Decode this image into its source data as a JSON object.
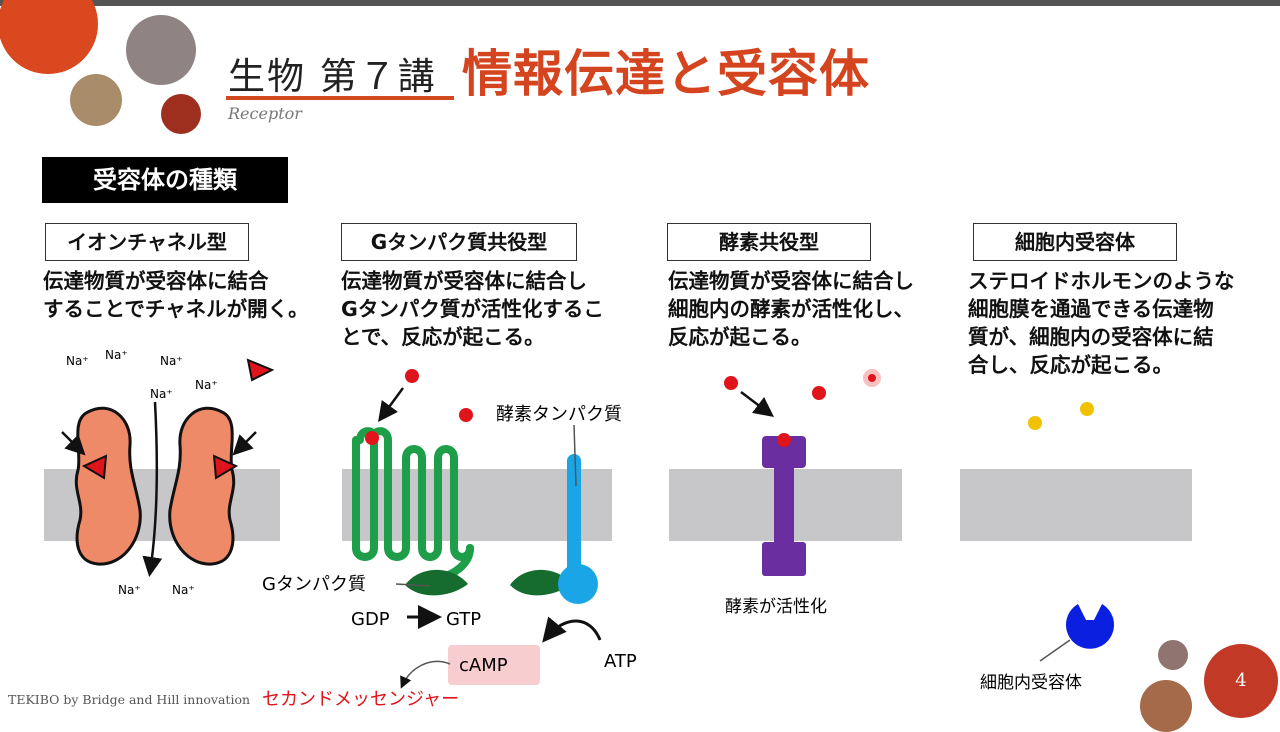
{
  "header": {
    "lecture": "生物 第７講",
    "title": "情報伝達と受容体",
    "subtitle": "Receptor"
  },
  "section_title": "受容体の種類",
  "receptor_types": [
    {
      "label": "イオンチャネル型",
      "description": [
        "伝達物質が受容体に結合",
        "することでチャネルが開く。"
      ]
    },
    {
      "label": "Gタンパク質共役型",
      "description": [
        "伝達物質が受容体に結合し",
        "Gタンパク質が活性化するこ",
        "とで、反応が起こる。"
      ]
    },
    {
      "label": "酵素共役型",
      "description": [
        "伝達物質が受容体に結合し",
        "細胞内の酵素が活性化し、",
        "反応が起こる。"
      ]
    },
    {
      "label": "細胞内受容体",
      "description": [
        "ステロイドホルモンのような",
        "細胞膜を通過できる伝達物",
        "質が、細胞内の受容体に結",
        "合し、反応が起こる。"
      ]
    }
  ],
  "diagram_labels": {
    "na": "Na⁺",
    "enzyme_protein": "酵素タンパク質",
    "g_protein": "Gタンパク質",
    "gdp": "GDP",
    "gtp": "GTP",
    "atp": "ATP",
    "camp": "cAMP",
    "second_messenger": "セカンドメッセンジャー",
    "enzyme_activation": "酵素が活性化",
    "intracellular_receptor": "細胞内受容体"
  },
  "footer": "TEKIBO  by Bridge and Hill innovation",
  "page_number": "4",
  "colors": {
    "accent": "#d4441f",
    "membrane": "#c7c7c9",
    "channel": "#ee8a68",
    "g_receptor": "#1f9e49",
    "enzyme_protein": "#1aa6e6",
    "enzyme_receptor": "#6a2ea0",
    "ligand": "#e0141b",
    "steroid": "#f2c200",
    "intracellular": "#0a1fe0"
  }
}
